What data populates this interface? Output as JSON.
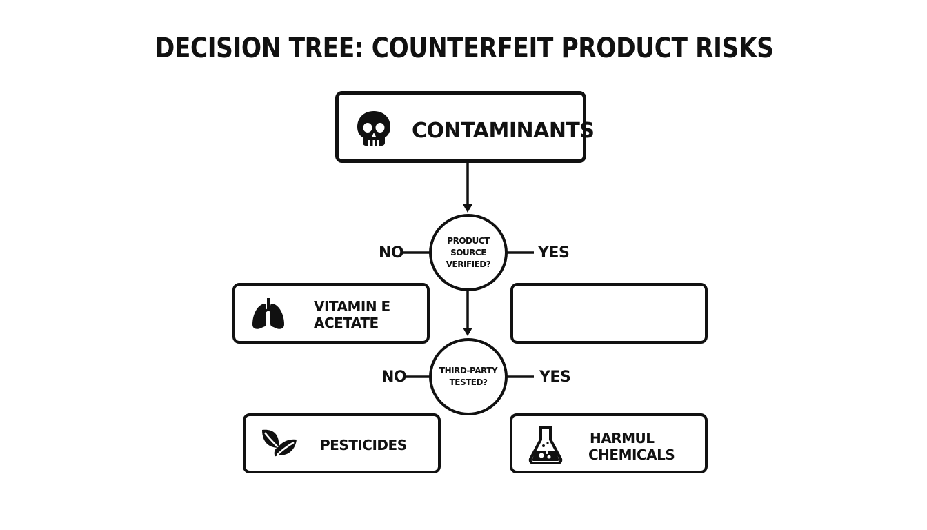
{
  "diagram": {
    "title": "DECISION TREE: COUNTERFEIT PRODUCT RISKS",
    "root": {
      "label": "CONTAMINANTS",
      "icon": "skull-icon"
    },
    "decision1": {
      "line1": "PRODUCT SOURCE",
      "line2": "VERIFIED?",
      "no_label": "NO",
      "yes_label": "YES"
    },
    "decision2": {
      "line1": "THIRD-PARTY",
      "line2": "TESTED?",
      "no_label": "NO",
      "yes_label": "YES"
    },
    "outcomes": {
      "vitamin_e": {
        "line1": "VITAMIN E",
        "line2": "ACETATE",
        "icon": "lungs-icon"
      },
      "empty": {
        "label": ""
      },
      "pesticides": {
        "label": "PESTICIDES",
        "icon": "leaf-icon"
      },
      "harmful": {
        "line1": "HARMUL",
        "line2": "CHEMICALS",
        "icon": "flask-icon"
      }
    }
  }
}
